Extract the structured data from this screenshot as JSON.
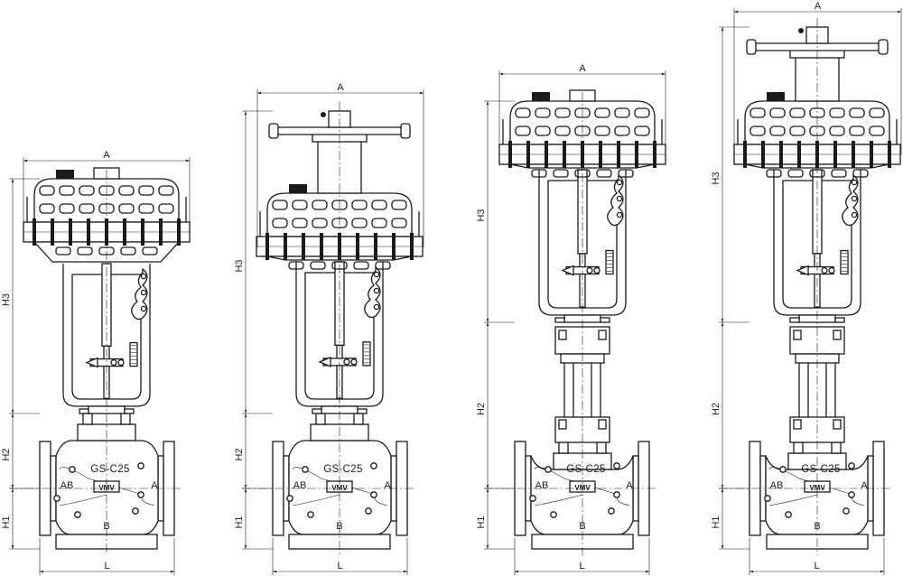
{
  "labels": {
    "A": "A",
    "L": "L",
    "H1": "H1",
    "H2": "H2",
    "H3": "H3",
    "port_ab": "AB",
    "port_a": "A",
    "port_b": "B",
    "body_marking": "GS-C25",
    "logo": "VMV"
  },
  "variants": [
    {
      "name": "actuator",
      "handwheel": false,
      "extension": false
    },
    {
      "name": "actuator-handwheel",
      "handwheel": true,
      "extension": false
    },
    {
      "name": "actuator-extension",
      "handwheel": false,
      "extension": true
    },
    {
      "name": "actuator-handwheel-extension",
      "handwheel": true,
      "extension": true
    }
  ]
}
